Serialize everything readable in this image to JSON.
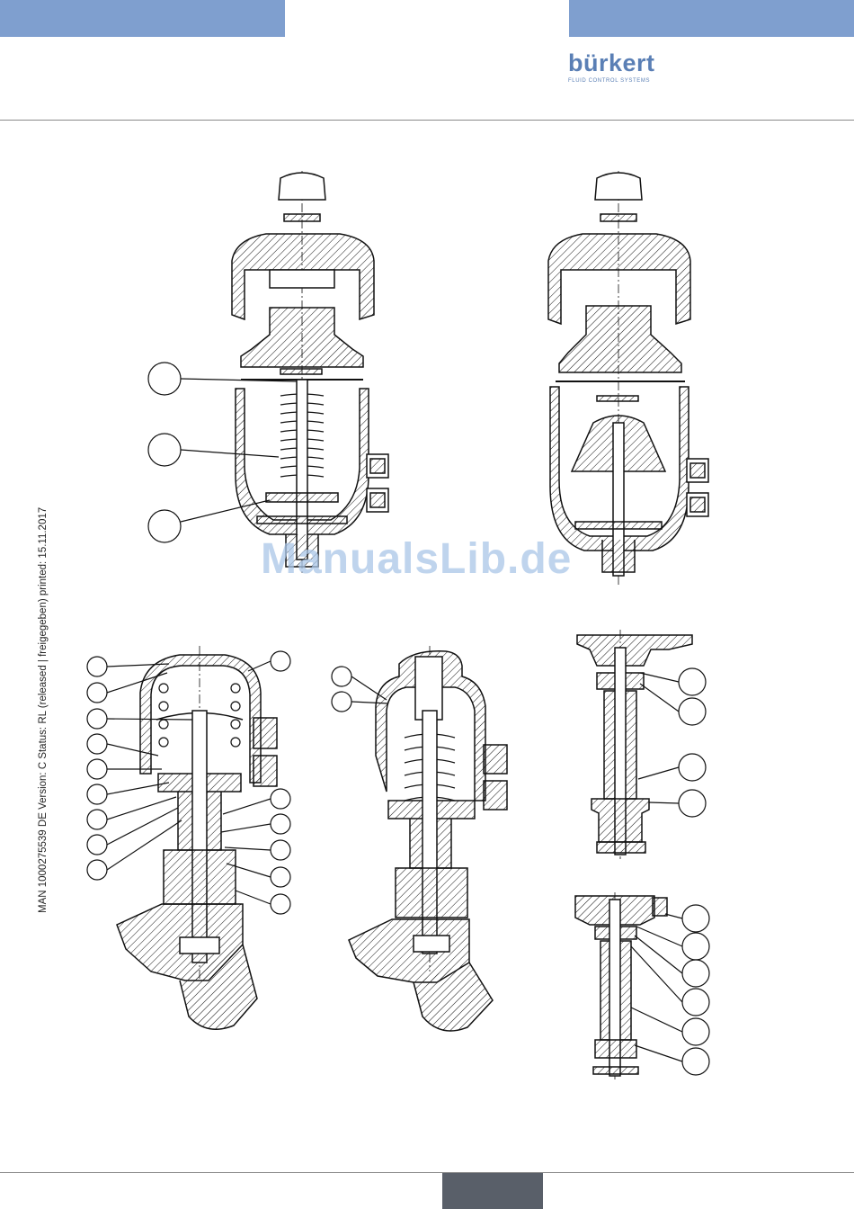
{
  "header": {
    "brand": "bürkert",
    "tagline": "FLUID CONTROL SYSTEMS",
    "accent_color": "#7f9fcf",
    "brand_color": "#5a7fb5"
  },
  "sidebar_meta": "MAN  1000275539  DE  Version: C Status: RL (released | freigegeben)  printed: 15.11.2017",
  "watermark": "ManualsLib.de",
  "footer": {
    "page_tab_color": "#595f69"
  }
}
